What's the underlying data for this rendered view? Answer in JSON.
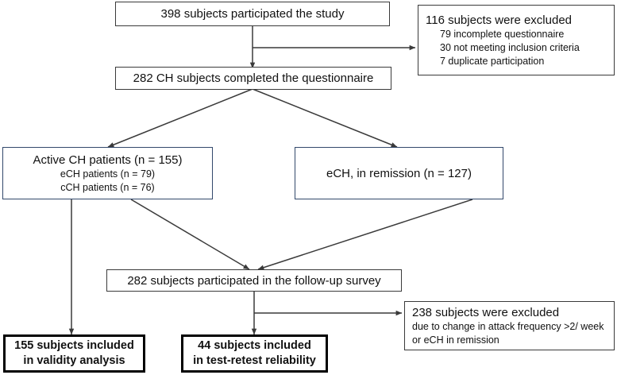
{
  "diagram": {
    "title": "Study participant flow diagram",
    "colors": {
      "box_border_thin": "#3a3a3a",
      "box_border_navy": "#32486b",
      "box_border_thick": "#000000",
      "edge": "#3a3a3a",
      "text": "#111111",
      "background": "#ffffff"
    },
    "nodes": {
      "enrolled": {
        "lines": [
          "398 subjects participated the study"
        ]
      },
      "excluded_first": {
        "heading": "116 subjects were excluded",
        "reasons": [
          "79 incomplete questionnaire",
          "30 not meeting inclusion criteria",
          "7 duplicate participation"
        ]
      },
      "completed": {
        "lines": [
          "282 CH subjects completed the questionnaire"
        ]
      },
      "active_ch": {
        "heading": "Active CH patients (n = 155)",
        "sublines": [
          "eCH patients (n = 79)",
          "cCH patients (n = 76)"
        ]
      },
      "remission": {
        "lines": [
          "eCH, in remission (n = 127)"
        ]
      },
      "followup": {
        "lines": [
          "282 subjects participated in the follow-up survey"
        ]
      },
      "excluded_second": {
        "heading": "238 subjects were excluded",
        "reasons": [
          "due to change in attack frequency >2/ week",
          "or eCH in remission"
        ]
      },
      "validity": {
        "lines": [
          "155 subjects included",
          "in validity analysis"
        ]
      },
      "reliability": {
        "lines": [
          "44 subjects included",
          "in test-retest reliability"
        ]
      }
    }
  }
}
